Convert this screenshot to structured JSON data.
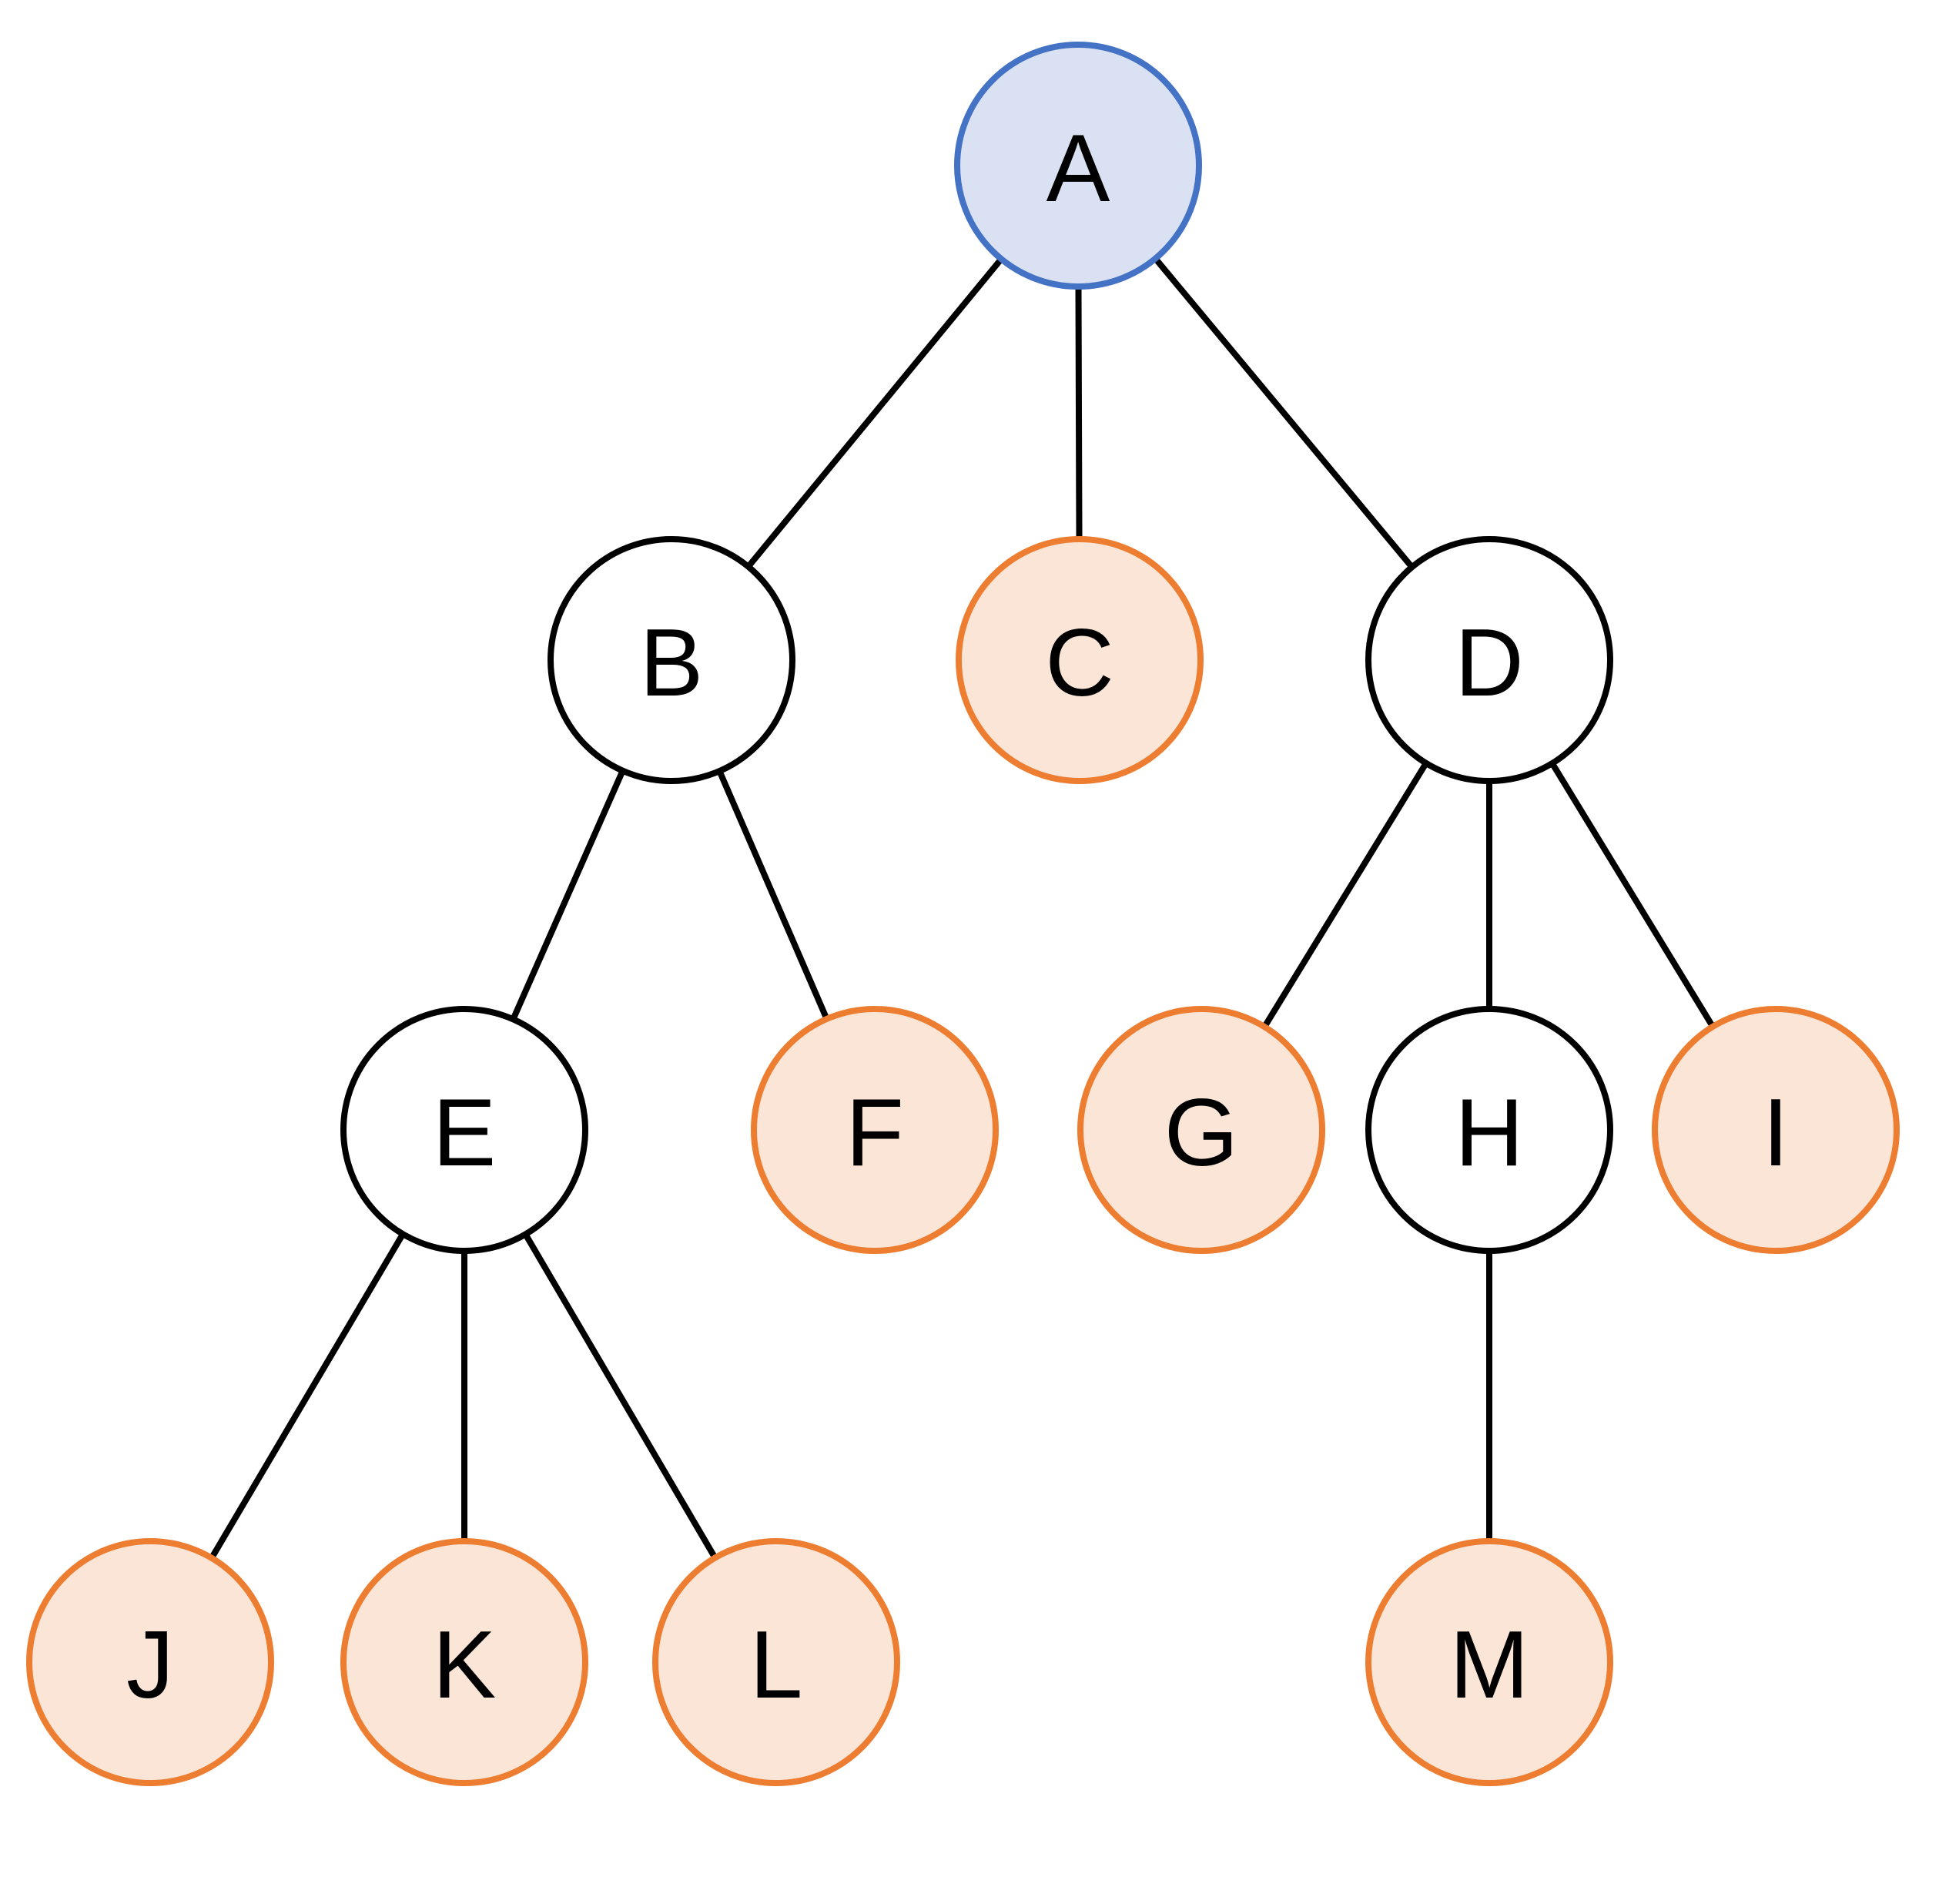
{
  "diagram": {
    "type": "tree",
    "styles": {
      "root": {
        "fill": "#d9e1f2",
        "stroke": "#4472c4"
      },
      "internal": {
        "fill": "#ffffff",
        "stroke": "#000000"
      },
      "leaf": {
        "fill": "#fbe5d6",
        "stroke": "#ed7d31"
      }
    },
    "nodes": [
      {
        "id": "A",
        "label": "A",
        "role": "root"
      },
      {
        "id": "B",
        "label": "B",
        "role": "internal"
      },
      {
        "id": "C",
        "label": "C",
        "role": "leaf"
      },
      {
        "id": "D",
        "label": "D",
        "role": "internal"
      },
      {
        "id": "E",
        "label": "E",
        "role": "internal"
      },
      {
        "id": "F",
        "label": "F",
        "role": "leaf"
      },
      {
        "id": "G",
        "label": "G",
        "role": "leaf"
      },
      {
        "id": "H",
        "label": "H",
        "role": "internal"
      },
      {
        "id": "I",
        "label": "I",
        "role": "leaf"
      },
      {
        "id": "J",
        "label": "J",
        "role": "leaf"
      },
      {
        "id": "K",
        "label": "K",
        "role": "leaf"
      },
      {
        "id": "L",
        "label": "L",
        "role": "leaf"
      },
      {
        "id": "M",
        "label": "M",
        "role": "leaf"
      }
    ],
    "edges": [
      [
        "A",
        "B"
      ],
      [
        "A",
        "C"
      ],
      [
        "A",
        "D"
      ],
      [
        "B",
        "E"
      ],
      [
        "B",
        "F"
      ],
      [
        "D",
        "G"
      ],
      [
        "D",
        "H"
      ],
      [
        "D",
        "I"
      ],
      [
        "E",
        "J"
      ],
      [
        "E",
        "K"
      ],
      [
        "E",
        "L"
      ],
      [
        "H",
        "M"
      ]
    ]
  }
}
